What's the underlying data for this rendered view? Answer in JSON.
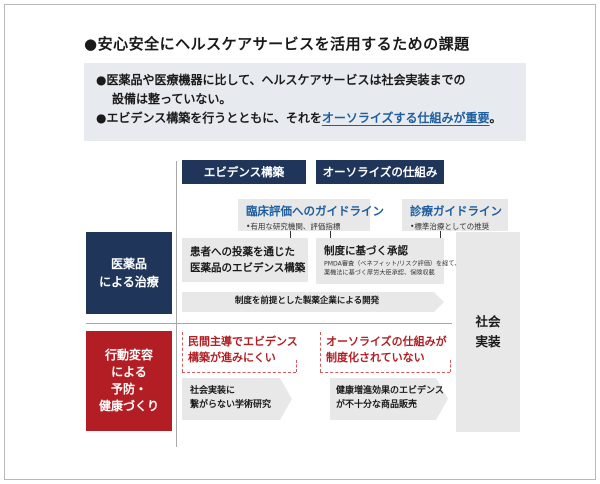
{
  "title": "●安心安全にヘルスケアサービスを活用するための課題",
  "summary": {
    "line1": "●医薬品や医療機器に比して、ヘルスケアサービスは社会実装までの",
    "line1b": "設備は整っていない。",
    "line2_pre": "●エビデンス構築を行うとともに、それを",
    "line2_hl": "オーソライズする仕組みが重要",
    "line2_post": "。"
  },
  "columns": {
    "evidence": "エビデンス構築",
    "authorize": "オーソライズの仕組み"
  },
  "rows": {
    "drug_line1": "医薬品",
    "drug_line2": "による治療",
    "behavior_line1": "行動変容",
    "behavior_line2": "による",
    "behavior_line3": "予防・",
    "behavior_line4": "健康づくり"
  },
  "society": {
    "line1": "社会",
    "line2": "実装"
  },
  "guidelines": {
    "clinical_title": "臨床評価へのガイドライン",
    "clinical_sub": "•有用な研究機関、評価指標",
    "diagnosis_title": "診療ガイドライン",
    "diagnosis_sub": "•標準治療としての推奨"
  },
  "drug_boxes": {
    "patient_line1": "患者への投薬を通じた",
    "patient_line2": "医薬品のエビデンス構築",
    "approval_title": "制度に基づく承認",
    "approval_sub1": "PMDA審査（ベネフィット/リスク評価）を経て、",
    "approval_sub2": "薬機法に基づく厚労大臣承認、保険収載",
    "premise": "制度を前提とした製薬企業による開発"
  },
  "behavior": {
    "issue1_line1": "民間主導でエビデンス",
    "issue1_line2": "構築が進みにくい",
    "issue2_line1": "オーソライズの仕組みが",
    "issue2_line2": "制度化されていない",
    "arrow1_line1": "社会実装に",
    "arrow1_line2": "繋がらない学術研究",
    "arrow2_line1": "健康増進効果のエビデンス",
    "arrow2_line2": "が不十分な商品販売"
  }
}
